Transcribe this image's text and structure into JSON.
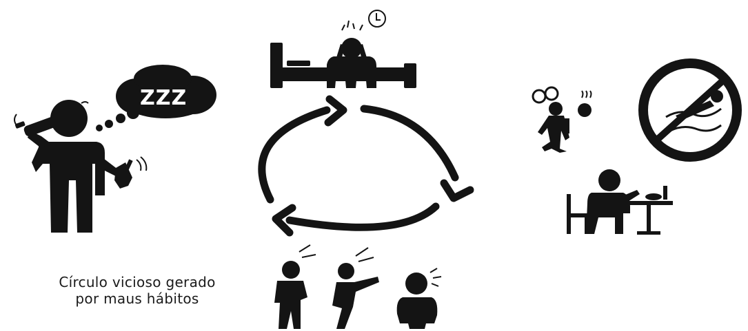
{
  "caption": {
    "line1": "Círculo vicioso gerado",
    "line2": "por maus hábitos"
  },
  "sleep_bubble": {
    "text": "ZZZ"
  },
  "icons": [
    "drinking-man-icon",
    "thought-bubble-icon",
    "insomnia-bed-icon",
    "clock-icon",
    "cycle-arrows-icon",
    "arguing-people-icon",
    "stressed-person-icon",
    "smoking-person-icon",
    "no-swimming-sign-icon",
    "eating-alone-icon"
  ],
  "colors": {
    "ink": "#141414",
    "background": "#ffffff"
  }
}
